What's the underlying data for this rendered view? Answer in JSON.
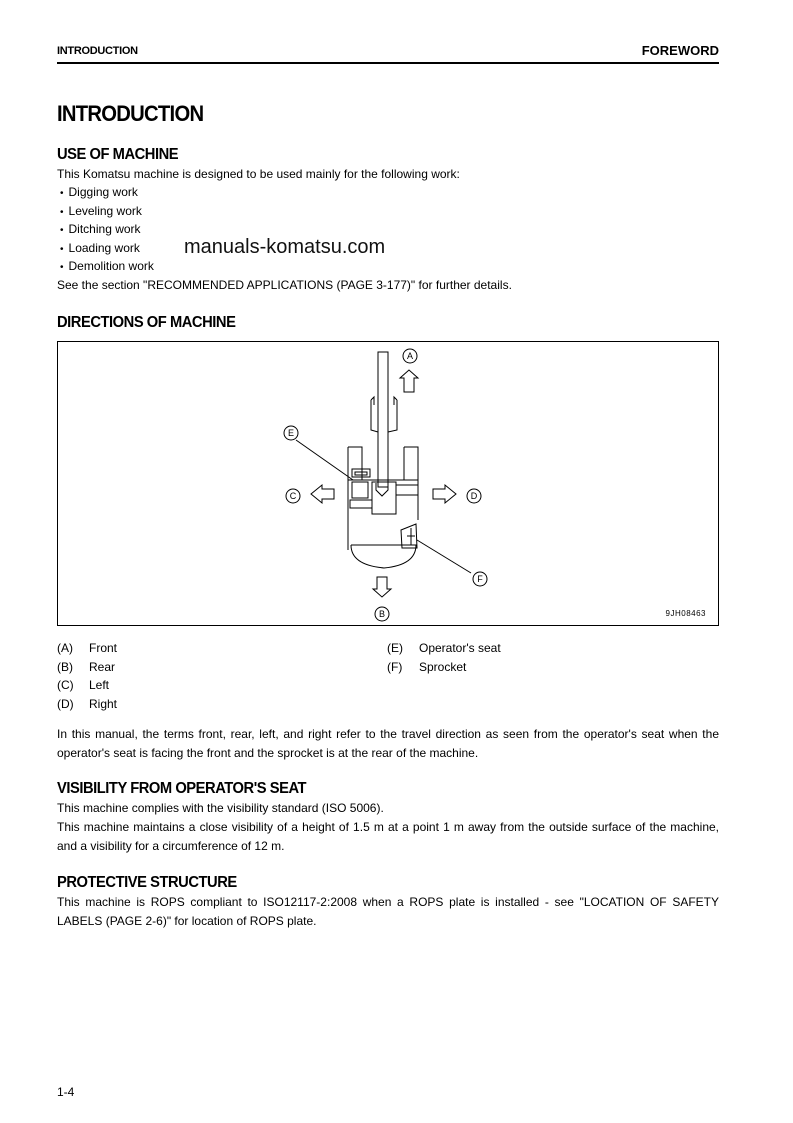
{
  "header": {
    "left": "INTRODUCTION",
    "right": "FOREWORD"
  },
  "title": "INTRODUCTION",
  "sections": {
    "use_of_machine": {
      "heading": "USE OF MACHINE",
      "intro": "This Komatsu machine is designed to be used mainly for the following work:",
      "items": [
        "Digging work",
        "Leveling work",
        "Ditching work",
        "Loading work",
        "Demolition work"
      ],
      "see_also": "See the section \"RECOMMENDED APPLICATIONS (PAGE 3-177)\" for further details."
    },
    "directions": {
      "heading": "DIRECTIONS OF MACHINE",
      "figure_id": "9JH08463",
      "callouts": {
        "A": "A",
        "B": "B",
        "C": "C",
        "D": "D",
        "E": "E",
        "F": "F"
      },
      "legend_left": [
        {
          "key": "(A)",
          "label": "Front"
        },
        {
          "key": "(B)",
          "label": "Rear"
        },
        {
          "key": "(C)",
          "label": "Left"
        },
        {
          "key": "(D)",
          "label": "Right"
        }
      ],
      "legend_right": [
        {
          "key": "(E)",
          "label": "Operator's seat"
        },
        {
          "key": "(F)",
          "label": "Sprocket"
        }
      ],
      "note": "In this manual, the terms front, rear, left, and right refer to the travel direction as seen from the operator's seat when the operator's seat is facing the front and the sprocket is at the rear of the machine."
    },
    "visibility": {
      "heading": "VISIBILITY FROM OPERATOR'S SEAT",
      "line1": "This machine complies with the visibility standard (ISO 5006).",
      "line2": "This machine maintains a close visibility of a height of 1.5 m at a point 1 m away from the outside surface of the machine, and a visibility for a circumference of 12 m."
    },
    "protective": {
      "heading": "PROTECTIVE STRUCTURE",
      "text": "This machine is ROPS compliant to ISO12117-2:2008 when a ROPS plate is installed - see \"LOCATION OF SAFETY LABELS (PAGE 2-6)\" for location of ROPS plate."
    }
  },
  "watermark": "manuals-komatsu.com",
  "page_number": "1-4"
}
